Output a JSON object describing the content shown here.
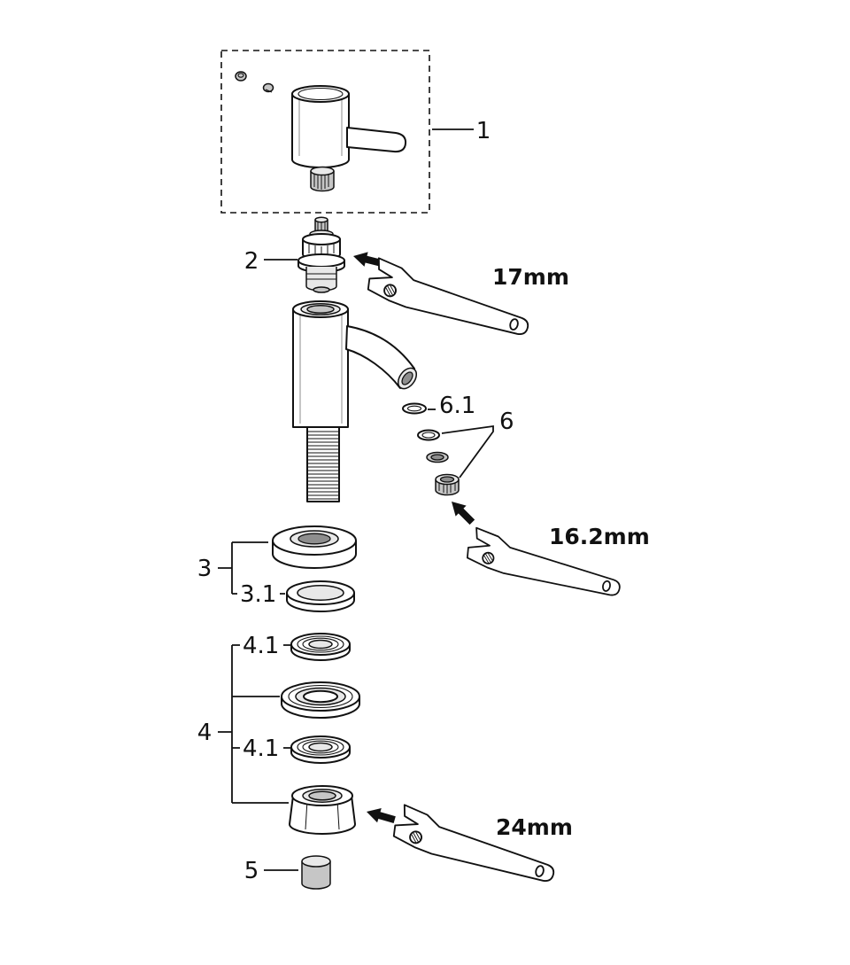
{
  "diagram": {
    "labels": {
      "part_1": "1",
      "part_2": "2",
      "part_3": "3",
      "part_3_1": "3.1",
      "part_4": "4",
      "part_4_1_top": "4.1",
      "part_4_1_bottom": "4.1",
      "part_5": "5",
      "part_6": "6",
      "part_6_1": "6.1"
    },
    "tools": {
      "wrench_17": "17mm",
      "wrench_16_2": "16.2mm",
      "wrench_24": "24mm"
    }
  },
  "colors": {
    "ink": "#111111",
    "bg": "#ffffff",
    "metal_light": "#e8e8e8",
    "metal_mid": "#c6c6c6",
    "metal_dark": "#8e8e8e"
  }
}
